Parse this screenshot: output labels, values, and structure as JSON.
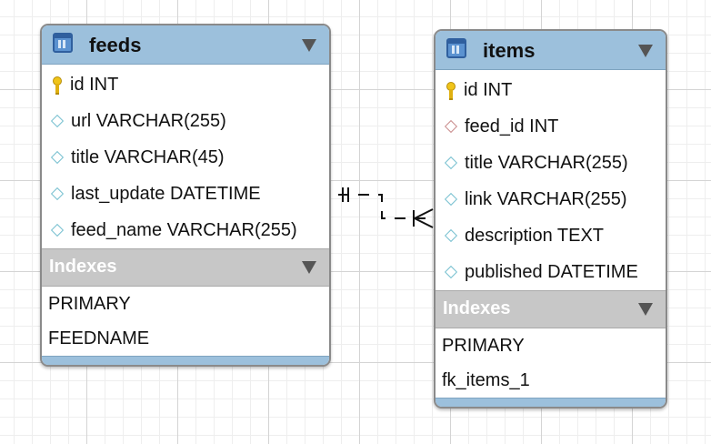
{
  "tables": {
    "feeds": {
      "title": "feeds",
      "columns": [
        {
          "name": "id INT",
          "marker": "primary-key-icon"
        },
        {
          "name": "url VARCHAR(255)",
          "marker": "column-diamond-icon"
        },
        {
          "name": "title VARCHAR(45)",
          "marker": "column-diamond-icon"
        },
        {
          "name": "last_update DATETIME",
          "marker": "column-diamond-icon"
        },
        {
          "name": "feed_name VARCHAR(255)",
          "marker": "column-diamond-icon"
        }
      ],
      "indexes_label": "Indexes",
      "indexes": [
        "PRIMARY",
        "FEEDNAME"
      ]
    },
    "items": {
      "title": "items",
      "columns": [
        {
          "name": "id INT",
          "marker": "primary-key-icon"
        },
        {
          "name": "feed_id INT",
          "marker": "foreign-key-diamond-icon"
        },
        {
          "name": "title VARCHAR(255)",
          "marker": "column-diamond-icon"
        },
        {
          "name": "link VARCHAR(255)",
          "marker": "column-diamond-icon"
        },
        {
          "name": "description TEXT",
          "marker": "column-diamond-icon"
        },
        {
          "name": "published DATETIME",
          "marker": "column-diamond-icon"
        }
      ],
      "indexes_label": "Indexes",
      "indexes": [
        "PRIMARY",
        "fk_items_1"
      ]
    }
  },
  "relationship": {
    "from": "feeds",
    "to": "items",
    "cardinality": "one-to-many"
  },
  "colors": {
    "header": "#9cc0dc",
    "indexes_header": "#c7c7c7",
    "grid": "#d4d4d4"
  }
}
